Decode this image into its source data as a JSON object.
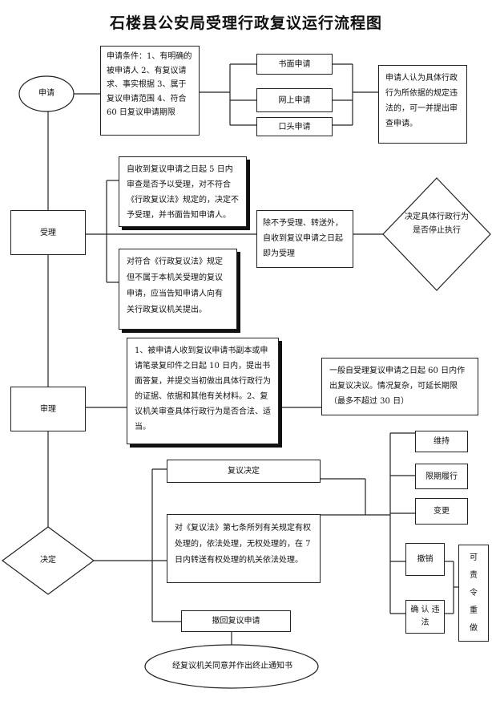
{
  "title": "石楼县公安局受理行政复议运行流程图",
  "nodes": {
    "apply": "申请",
    "accept": "受理",
    "review": "审理",
    "decide": "决定"
  },
  "apply_stage": {
    "conditions": "申请条件：1、有明确的被申请人 2、有复议请求、事实根据 3、属于复议申请范围 4、符合 60 日复议申请期限",
    "written": "书面申请",
    "online": "网上申请",
    "oral": "口头申请",
    "review_basis": "申请人认为具体行政行为所依据的规定违法的，可一并提出审查申请。"
  },
  "accept_stage": {
    "within_5_days": "自收到复议申请之日起 5 日内审查是否予以受理，对不符合《行政复议法》规定的，决定不予受理，并书面告知申请人。",
    "not_this_org": "对符合《行政复议法》规定但不属于本机关受理的复议申请，应当告知申请人向有关行政复议机关提出。",
    "otherwise": "除不予受理、转送外，自收到复议申请之日起即为受理",
    "suspend_question": "决定具体行政行为是否停止执行"
  },
  "review_stage": {
    "procedure": "1、被申请人收到复议申请书副本或申请笔录复印件之日起 10 日内，提出书面答复，并提交当初做出具体行政行为的证据、依据和其他有关材料。2、复议机关审查具体行政行为是否合法、适当。",
    "deadline": "一般自受理复议申请之日起 60 日内作出复议决议。情况复杂，可延长期限（最多不超过 30 日）"
  },
  "decide_stage": {
    "decision": "复议决定",
    "maintain": "维持",
    "perform_in_time": "限期履行",
    "change": "变更",
    "revoke": "撤销",
    "confirm_illegal": "确 认 违 法",
    "order_redo": "可 责 令 重 做",
    "rule7": "对《复议法》第七条所列有关规定有权处理的，依法处理，无权处理的，在 7 日内转送有权处理的机关依法处理。",
    "withdraw": "撤回复议申请",
    "termination": "经复议机关同意并作出终止通知书"
  }
}
